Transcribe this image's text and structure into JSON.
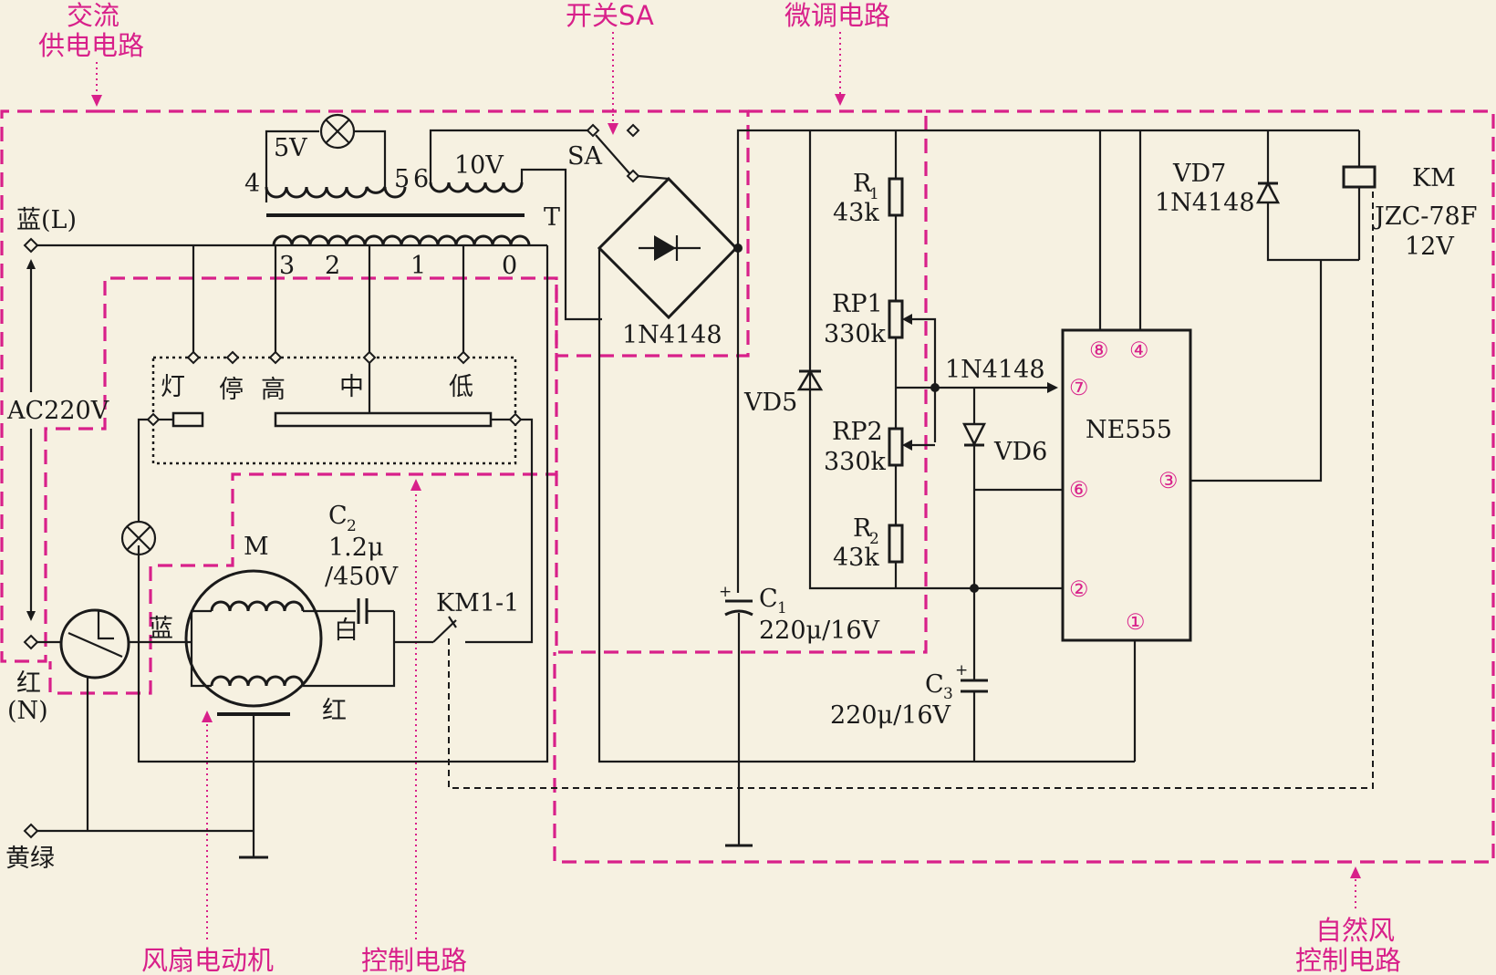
{
  "regions": {
    "ac_supply": [
      "交流",
      "供电电路"
    ],
    "switch_sa": "开关SA",
    "fine_tune": "微调电路",
    "fan_motor": "风扇电动机",
    "control": "控制电路",
    "natural_wind": [
      "自然风",
      "控制电路"
    ]
  },
  "supply": {
    "blue_l": "蓝(L)",
    "ac220v": "AC220V",
    "red": "红",
    "n": "(N)",
    "yellow_green": "黄绿"
  },
  "transformer": {
    "v5": "5V",
    "t4": "4",
    "t5": "5",
    "t6": "6",
    "v10": "10V",
    "tap3": "3",
    "tap2": "2",
    "tap1": "1",
    "tap0": "0",
    "t": "T"
  },
  "speed_switch": {
    "lamp": "灯",
    "stop": "停",
    "high": "高",
    "mid": "中",
    "low": "低"
  },
  "motor": {
    "m": "M",
    "blue": "蓝",
    "white": "白",
    "red": "红",
    "c2": "C",
    "c2_sub": "2",
    "c2_value": "1.2μ",
    "c2_voltage": "/450V",
    "km_contact": "KM1-1"
  },
  "switch_sa_label": "SA",
  "bridge_label": "1N4148",
  "fine": {
    "r1": "R",
    "r1_sub": "1",
    "r1_val": "43k",
    "rp1": "RP1",
    "rp1_val": "330k",
    "rp2": "RP2",
    "rp2_val": "330k",
    "r2": "R",
    "r2_sub": "2",
    "r2_val": "43k",
    "vd5": "VD5",
    "c1": "C",
    "c1_sub": "1",
    "c1_val": "220μ/16V",
    "diode_mid": "1N4148"
  },
  "ne555": {
    "name": "NE555",
    "pins": [
      "⑧",
      "④",
      "⑦",
      "⑥",
      "③",
      "②",
      "①"
    ]
  },
  "vd6": "VD6",
  "c3": "C",
  "c3_sub": "3",
  "c3_val": "220μ/16V",
  "vd7": "VD7",
  "vd7_part": "1N4148",
  "relay": {
    "km": "KM",
    "model": "JZC-78F",
    "voltage": "12V"
  },
  "colors": {
    "region": "#d8208a",
    "wire": "#1a1a1a",
    "background": "#f6f1e1"
  }
}
